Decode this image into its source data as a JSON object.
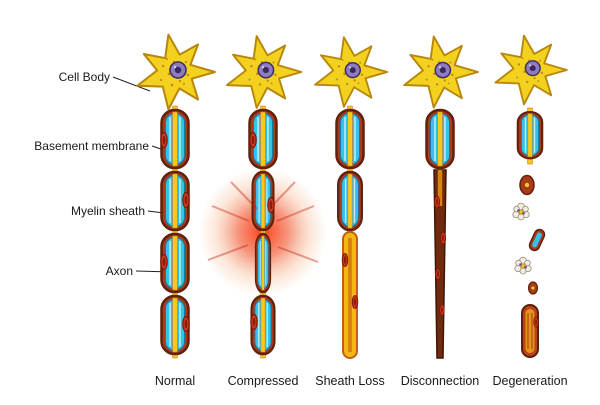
{
  "legend": {
    "cell_body": "Cell Body",
    "basement_membrane": "Basement membrane",
    "myelin_sheath": "Myelin sheath",
    "axon": "Axon"
  },
  "stages": [
    {
      "label": "Normal"
    },
    {
      "label": "Compressed"
    },
    {
      "label": "Sheath Loss"
    },
    {
      "label": "Disconnection"
    },
    {
      "label": "Degeneration"
    }
  ],
  "colors": {
    "cell_body_yellow": "#f2d21f",
    "cell_body_outline": "#b8860b",
    "nucleus_purple": "#8f7cc0",
    "nucleus_dark": "#3a2a5c",
    "myelin_blue": "#38bfea",
    "myelin_stripe": "#b9ecfb",
    "membrane_brown": "#a63c1c",
    "membrane_outline": "#63200a",
    "axon_yellow": "#f6c91c",
    "axon_outline": "#cf7d14",
    "schwann_nucleus_red": "#cf3b1f",
    "damage_glow_red": "#f23a12",
    "bare_axon_orange": "#f3b715",
    "degenerated_brown": "#6f2a10"
  }
}
